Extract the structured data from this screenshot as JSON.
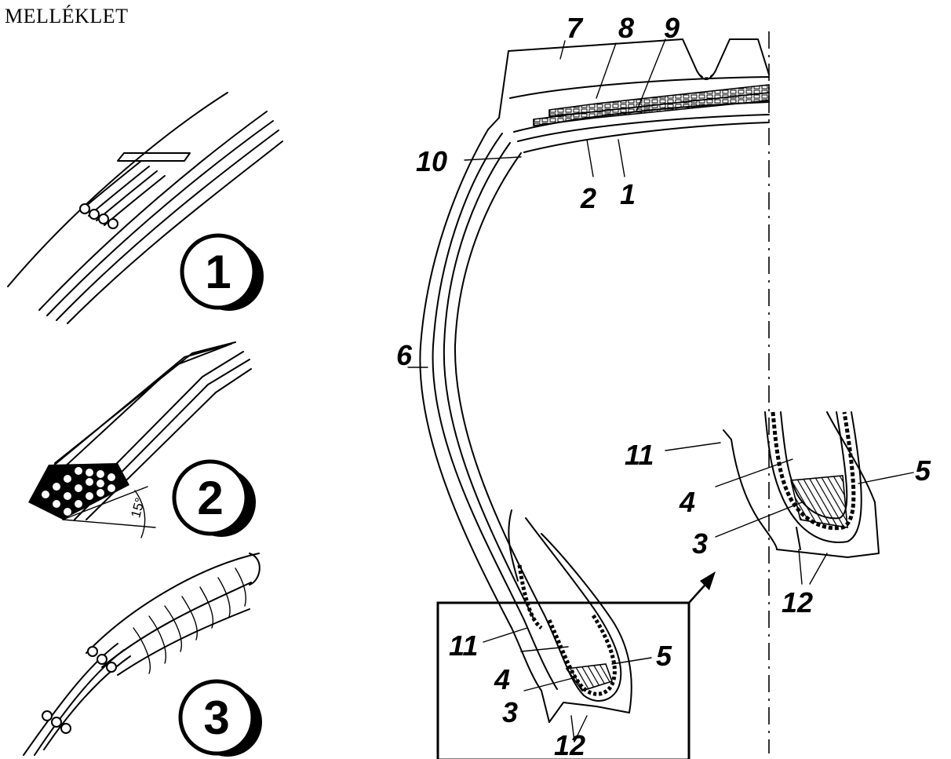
{
  "title": "MELLÉKLET",
  "cord_badges": [
    "1",
    "2",
    "3"
  ],
  "angle_label": "15°",
  "tyre_labels": {
    "l1": "1",
    "l2": "2",
    "l6": "6",
    "l7": "7",
    "l8": "8",
    "l9": "9",
    "l10": "10",
    "bead_3": "3",
    "bead_4": "4",
    "bead_5": "5",
    "bead_11": "11",
    "bead_12": "12"
  },
  "detail_labels": {
    "d3": "3",
    "d4": "4",
    "d5": "5",
    "d11": "11",
    "d12": "12"
  }
}
